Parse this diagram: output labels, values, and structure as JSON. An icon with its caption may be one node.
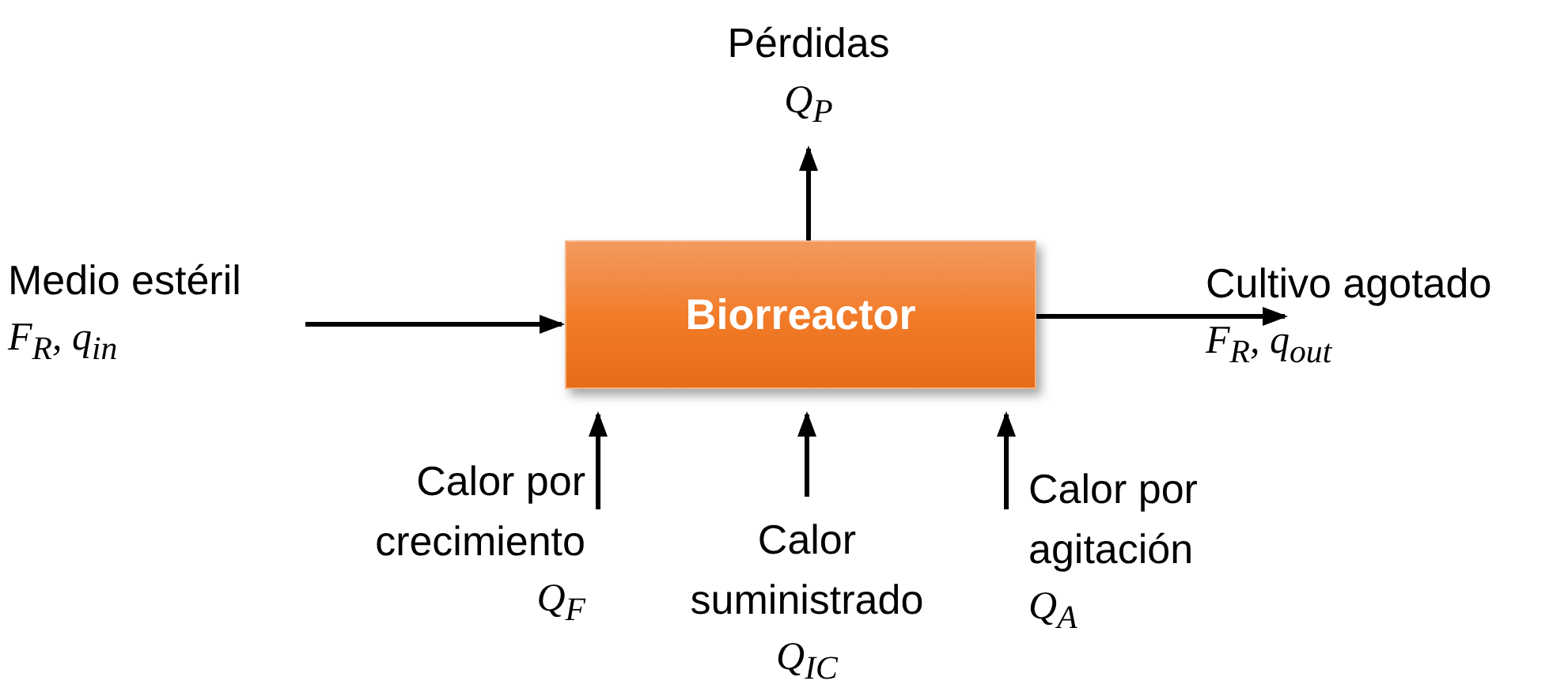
{
  "diagram": {
    "nodes": [
      {
        "text": [
          "Biorreactor"
        ]
      },
      {
        "text": [
          "Pérdidas",
          "Q$_{P}$"
        ]
      },
      {
        "text": [
          "Medio estéril",
          "F$_{R}$, q$_{in}$"
        ]
      },
      {
        "text": [
          "Cultivo agotado",
          "F$_{R}$,  q$_{out}$"
        ]
      },
      {
        "text": [
          "Calor por crecimiento",
          "Q$_{F}$"
        ]
      },
      {
        "text": [
          "Calor suministrado",
          "Q$_{IC}$"
        ]
      },
      {
        "text": [
          "Calor por agitación",
          "Q$_{A}$"
        ]
      }
    ],
    "edges": [
      {
        "from": 0,
        "to": 1,
        "arrow": "to"
      },
      {
        "from": 2,
        "to": 0,
        "arrow": "to"
      },
      {
        "from": 0,
        "to": 3,
        "arrow": "to"
      },
      {
        "from": 4,
        "to": 0,
        "arrow": "to"
      },
      {
        "from": 5,
        "to": 0,
        "arrow": "to"
      },
      {
        "from": 6,
        "to": 0,
        "arrow": "to"
      }
    ]
  }
}
